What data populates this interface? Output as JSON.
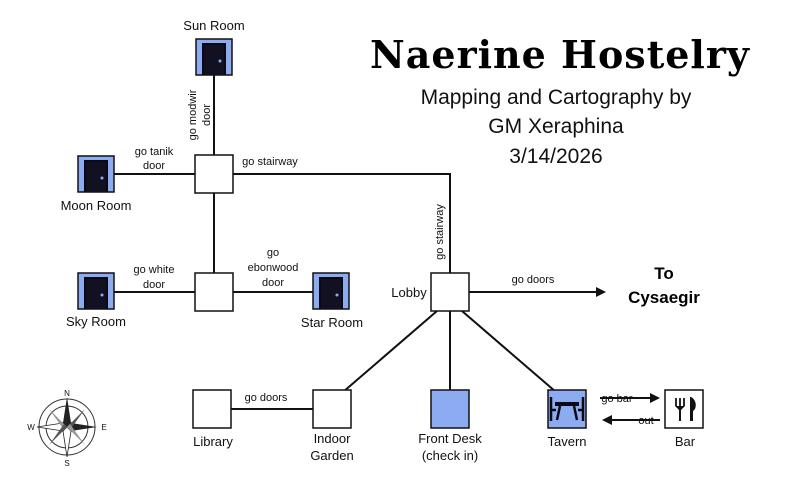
{
  "title": "Naerine Hostelry",
  "credits": [
    "Mapping and Cartography by",
    "GM Xeraphina",
    "3/14/2026"
  ],
  "destination": [
    "To",
    "Cysaegir"
  ],
  "rooms": {
    "sun_room": "Sun Room",
    "moon_room": "Moon Room",
    "sky_room": "Sky Room",
    "star_room": "Star Room",
    "lobby": "Lobby",
    "library": "Library",
    "indoor_garden": [
      "Indoor",
      "Garden"
    ],
    "front_desk": [
      "Front Desk",
      "(check in)"
    ],
    "tavern": "Tavern",
    "bar": "Bar"
  },
  "exits": {
    "modwir": [
      "go modwir",
      "door"
    ],
    "tanik": [
      "go tanik",
      "door"
    ],
    "stairway_top": "go stairway",
    "stairway_side": "go stairway",
    "white": [
      "go white",
      "door"
    ],
    "ebonwood": [
      "go",
      "ebonwood",
      "door"
    ],
    "lobby_doors": "go doors",
    "garden_doors": "go doors",
    "bar": "go bar",
    "out": "out"
  },
  "compass": [
    "N",
    "E",
    "S",
    "W"
  ],
  "colors": {
    "door_fill": "#8CABF0",
    "door_dark": "#0a0a14",
    "front_desk_fill": "#8CABF0",
    "line": "#111111"
  },
  "icons": {
    "door": "door-icon",
    "tavern": "table-chairs-icon",
    "bar": "fork-knife-icon",
    "compass": "compass-rose-icon"
  }
}
